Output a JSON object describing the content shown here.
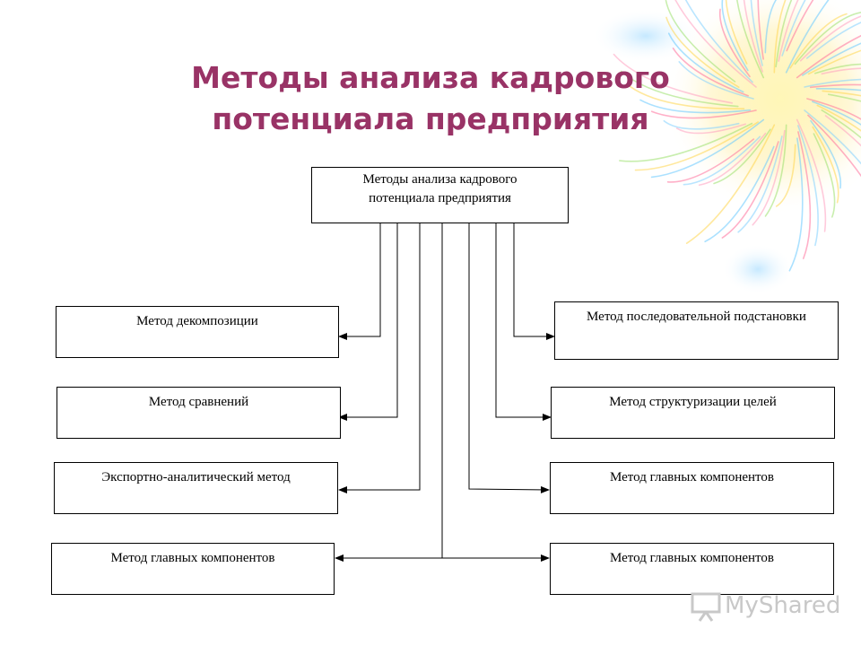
{
  "slide": {
    "title_line1": "Методы анализа кадрового",
    "title_line2": "потенциала предприятия",
    "title_color": "#993366"
  },
  "diagram": {
    "root": {
      "line1": "Методы анализа кадрового",
      "line2": "потенциала предприятия"
    },
    "left": [
      "Метод декомпозиции",
      "Метод сравнений",
      "Экспортно-аналитический метод",
      "Метод главных компонентов"
    ],
    "right": [
      "Метод последовательной подстановки",
      "Метод структуризации целей",
      "Метод главных компонентов",
      "Метод главных компонентов"
    ]
  },
  "watermark": {
    "text": "MyShared",
    "icon": "presentation-board-icon"
  }
}
